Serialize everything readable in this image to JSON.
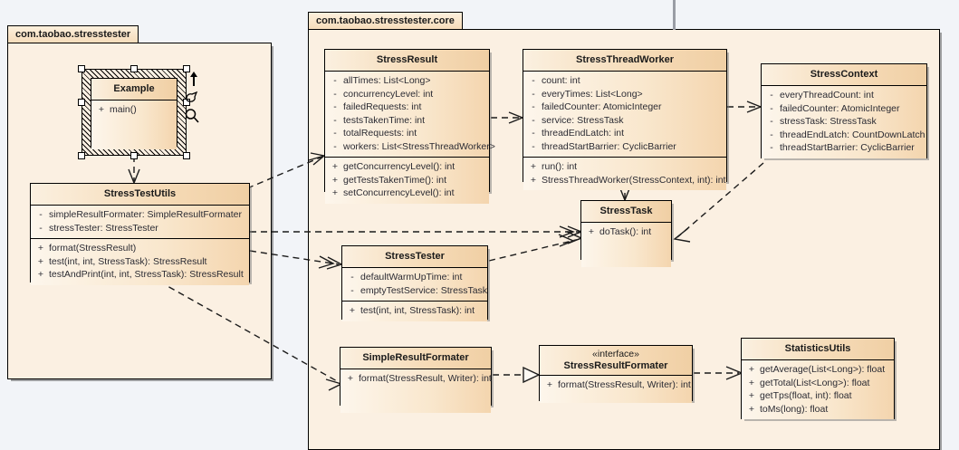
{
  "diagram": {
    "title": "com.taobao.stresstester UML class diagram",
    "background_color": "#f2f4f8",
    "package_fill": "#fbf0e2",
    "class_fill": "#fdf4e6",
    "header_fill": "#f6dcb9",
    "line_color": "#1b1b1b"
  },
  "packages": [
    {
      "id": "pkg-stresstester",
      "name": "com.taobao.stresstester"
    },
    {
      "id": "pkg-core",
      "name": "com.taobao.stresstester.core"
    }
  ],
  "toolbar_icons": [
    {
      "name": "up-arrow-icon",
      "glyph": "↑"
    },
    {
      "name": "pen-icon",
      "glyph": "pen"
    },
    {
      "name": "magnifier-icon",
      "glyph": "⚲"
    }
  ],
  "classes": [
    {
      "id": "example",
      "name": "Example",
      "stereotype": "",
      "selected": true,
      "attributes": [],
      "operations": [
        {
          "visibility": "+",
          "text": "main()"
        }
      ]
    },
    {
      "id": "stress-test-utils",
      "name": "StressTestUtils",
      "stereotype": "",
      "selected": false,
      "attributes": [
        {
          "visibility": "-",
          "text": "simpleResultFormater: SimpleResultFormater"
        },
        {
          "visibility": "-",
          "text": "stressTester: StressTester"
        }
      ],
      "operations": [
        {
          "visibility": "+",
          "text": "format(StressResult)"
        },
        {
          "visibility": "+",
          "text": "test(int, int, StressTask): StressResult"
        },
        {
          "visibility": "+",
          "text": "testAndPrint(int, int, StressTask): StressResult"
        }
      ]
    },
    {
      "id": "stress-result",
      "name": "StressResult",
      "stereotype": "",
      "selected": false,
      "attributes": [
        {
          "visibility": "-",
          "text": "allTimes: List<Long>"
        },
        {
          "visibility": "-",
          "text": "concurrencyLevel: int"
        },
        {
          "visibility": "-",
          "text": "failedRequests: int"
        },
        {
          "visibility": "-",
          "text": "testsTakenTime: int"
        },
        {
          "visibility": "-",
          "text": "totalRequests: int"
        },
        {
          "visibility": "-",
          "text": "workers: List<StressThreadWorker>"
        }
      ],
      "operations": [
        {
          "visibility": "+",
          "text": "getConcurrencyLevel(): int"
        },
        {
          "visibility": "+",
          "text": "getTestsTakenTime(): int"
        },
        {
          "visibility": "+",
          "text": "setConcurrencyLevel(): int"
        }
      ]
    },
    {
      "id": "stress-thread-worker",
      "name": "StressThreadWorker",
      "stereotype": "",
      "selected": false,
      "attributes": [
        {
          "visibility": "-",
          "text": "count: int"
        },
        {
          "visibility": "-",
          "text": "everyTimes: List<Long>"
        },
        {
          "visibility": "-",
          "text": "failedCounter: AtomicInteger"
        },
        {
          "visibility": "-",
          "text": "service: StressTask"
        },
        {
          "visibility": "-",
          "text": "threadEndLatch: int"
        },
        {
          "visibility": "-",
          "text": "threadStartBarrier: CyclicBarrier"
        }
      ],
      "operations": [
        {
          "visibility": "+",
          "text": "run(): int"
        },
        {
          "visibility": "+",
          "text": "StressThreadWorker(StressContext, int): int"
        }
      ]
    },
    {
      "id": "stress-context",
      "name": "StressContext",
      "stereotype": "",
      "selected": false,
      "attributes": [
        {
          "visibility": "-",
          "text": "everyThreadCount: int"
        },
        {
          "visibility": "-",
          "text": "failedCounter: AtomicInteger"
        },
        {
          "visibility": "-",
          "text": "stressTask: StressTask"
        },
        {
          "visibility": "-",
          "text": "threadEndLatch: CountDownLatch"
        },
        {
          "visibility": "-",
          "text": "threadStartBarrier: CyclicBarrier"
        }
      ],
      "operations": []
    },
    {
      "id": "stress-task",
      "name": "StressTask",
      "stereotype": "",
      "selected": false,
      "attributes": [],
      "operations": [
        {
          "visibility": "+",
          "text": "doTask(): int"
        }
      ]
    },
    {
      "id": "stress-tester",
      "name": "StressTester",
      "stereotype": "",
      "selected": false,
      "attributes": [
        {
          "visibility": "-",
          "text": "defaultWarmUpTime: int"
        },
        {
          "visibility": "-",
          "text": "emptyTestService: StressTask"
        }
      ],
      "operations": [
        {
          "visibility": "+",
          "text": "test(int, int, StressTask): int"
        }
      ]
    },
    {
      "id": "simple-result-formater",
      "name": "SimpleResultFormater",
      "stereotype": "",
      "selected": false,
      "attributes": [],
      "operations": [
        {
          "visibility": "+",
          "text": "format(StressResult, Writer): int"
        }
      ]
    },
    {
      "id": "stress-result-formater",
      "name": "StressResultFormater",
      "stereotype": "«interface»",
      "selected": false,
      "attributes": [],
      "operations": [
        {
          "visibility": "+",
          "text": "format(StressResult, Writer): int"
        }
      ]
    },
    {
      "id": "statistics-utils",
      "name": "StatisticsUtils",
      "stereotype": "",
      "selected": false,
      "attributes": [],
      "operations": [
        {
          "visibility": "+",
          "text": "getAverage(List<Long>): float"
        },
        {
          "visibility": "+",
          "text": "getTotal(List<Long>): float"
        },
        {
          "visibility": "+",
          "text": "getTps(float, int): float"
        },
        {
          "visibility": "+",
          "text": "toMs(long): float"
        }
      ]
    }
  ],
  "relationships": [
    {
      "from": "example",
      "to": "stress-test-utils",
      "type": "dependency"
    },
    {
      "from": "stress-test-utils",
      "to": "stress-result",
      "type": "dependency"
    },
    {
      "from": "stress-test-utils",
      "to": "stress-task",
      "type": "dependency"
    },
    {
      "from": "stress-test-utils",
      "to": "stress-tester",
      "type": "dependency"
    },
    {
      "from": "stress-test-utils",
      "to": "simple-result-formater",
      "type": "dependency"
    },
    {
      "from": "stress-result",
      "to": "stress-thread-worker",
      "type": "dependency"
    },
    {
      "from": "stress-thread-worker",
      "to": "stress-context",
      "type": "dependency"
    },
    {
      "from": "stress-thread-worker",
      "to": "stress-task",
      "type": "dependency"
    },
    {
      "from": "stress-tester",
      "to": "stress-task",
      "type": "dependency"
    },
    {
      "from": "stress-context",
      "to": "stress-task",
      "type": "dependency"
    },
    {
      "from": "simple-result-formater",
      "to": "stress-result-formater",
      "type": "realization"
    },
    {
      "from": "stress-result-formater",
      "to": "statistics-utils",
      "type": "dependency"
    }
  ]
}
